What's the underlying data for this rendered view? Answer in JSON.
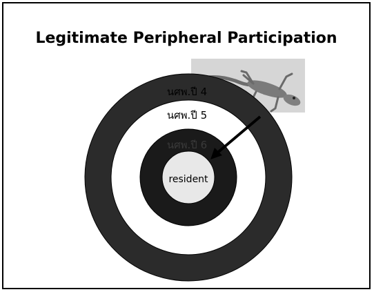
{
  "slide": {
    "title": "Legitimate Peripheral Participation"
  },
  "diagram": {
    "rings": [
      {
        "label": "นศพ.ปี 4",
        "fill": "#2b2b2b",
        "text_color": "#000000"
      },
      {
        "label": "นศพ.ปี 5",
        "fill": "#ffffff",
        "text_color": "#000000"
      },
      {
        "label": "นศพ.ปี 6",
        "fill": "#1a1a1a",
        "text_color": "#3a3a3a"
      },
      {
        "label": "resident",
        "fill": "#e8e8e8",
        "text_color": "#000000"
      }
    ],
    "image": {
      "name": "gecko-image",
      "background": "#d6d6d6"
    },
    "arrow_color": "#000000"
  }
}
